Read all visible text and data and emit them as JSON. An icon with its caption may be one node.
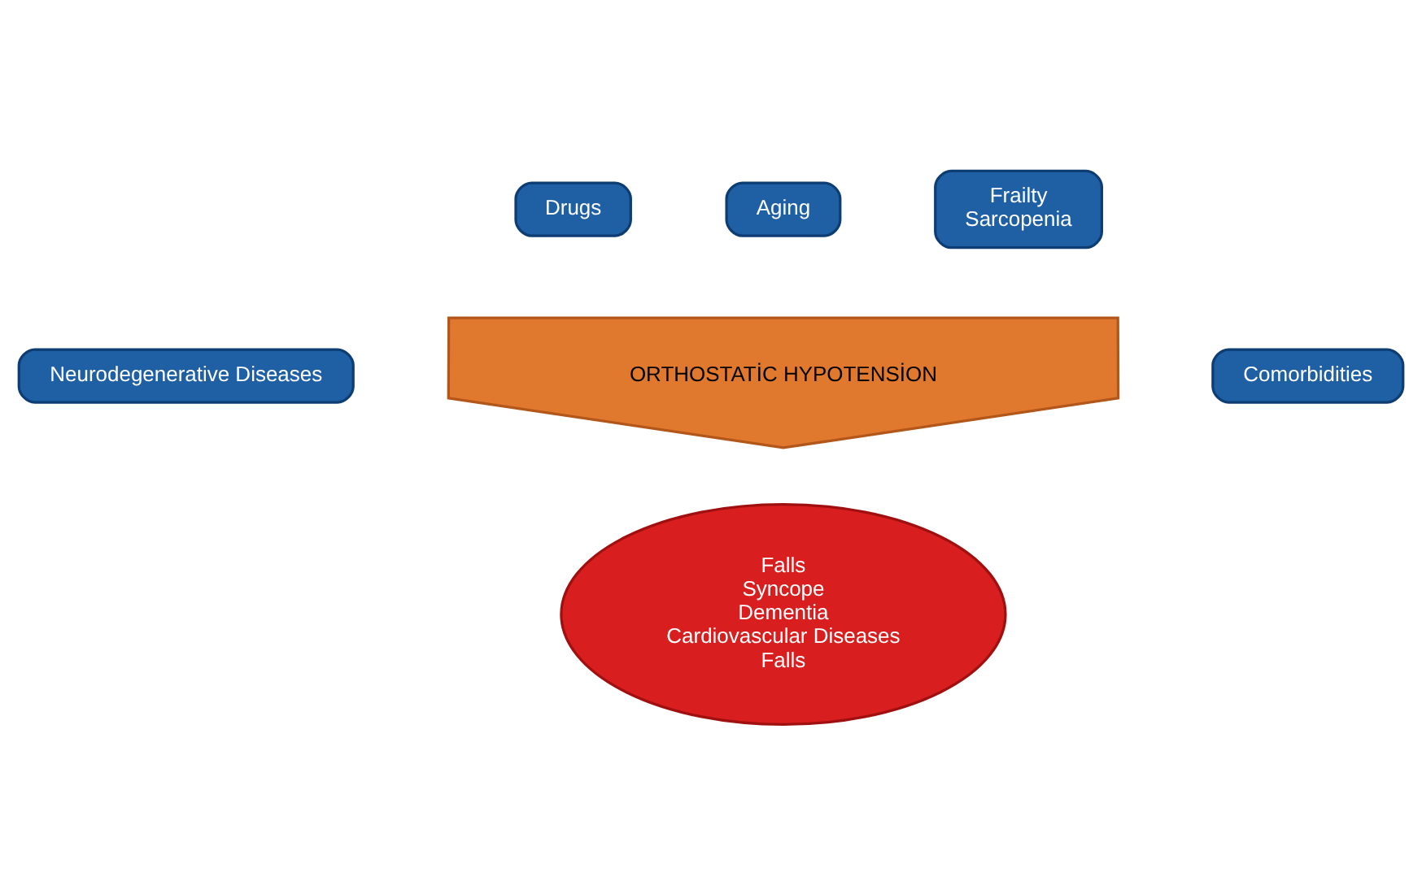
{
  "diagram": {
    "nodes": [
      {
        "text": [
          "Drugs"
        ]
      },
      {
        "text": [
          "Aging"
        ]
      },
      {
        "text": [
          "Frailty",
          "Sarcopenia"
        ]
      },
      {
        "text": [
          "Neurodegenerative Diseases"
        ]
      },
      {
        "text": [
          "ORTHOSTATİC HYPOTENSİON"
        ]
      },
      {
        "text": [
          "Comorbidities"
        ]
      },
      {
        "text": [
          "Falls",
          "Syncope",
          "Dementia",
          "Cardiovascular Diseases",
          "Falls"
        ]
      }
    ]
  }
}
